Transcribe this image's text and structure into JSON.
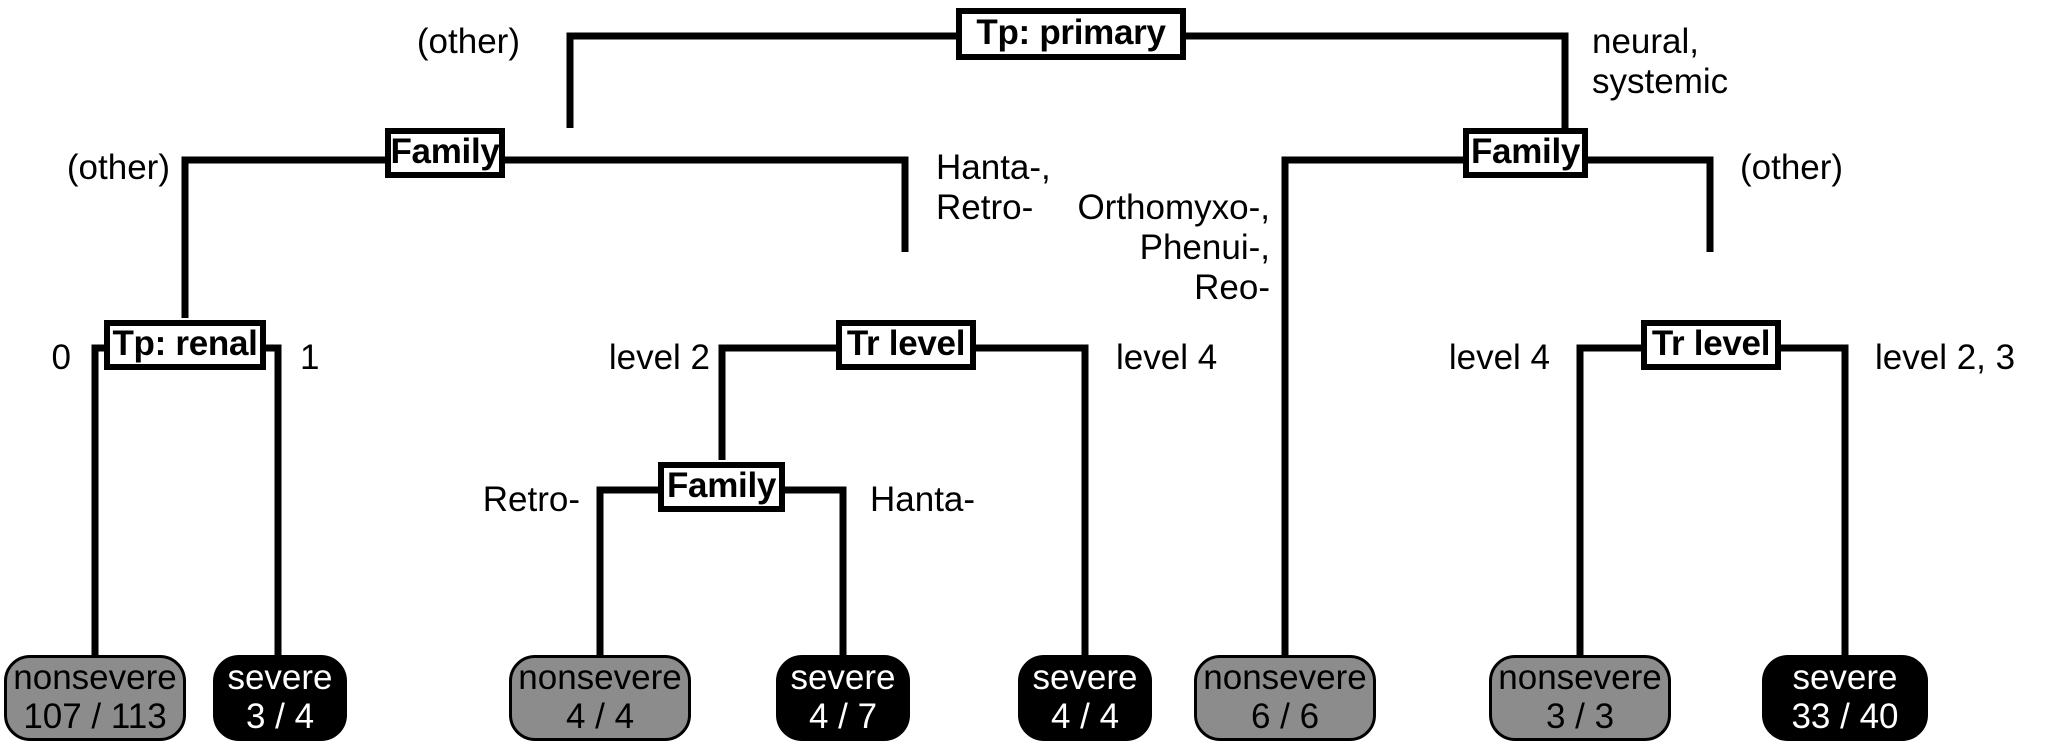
{
  "diagram": {
    "type": "decision-tree",
    "title": "",
    "colors": {
      "line": "#000000",
      "node_fill": "#ffffff",
      "nonsevere_fill": "#8c8c8c",
      "severe_fill": "#000000",
      "background": "#ffffff"
    },
    "nodes": [
      {
        "id": "root",
        "label": "Tp: primary",
        "kind": "decision"
      },
      {
        "id": "familyL",
        "label": "Family",
        "kind": "decision"
      },
      {
        "id": "familyR",
        "label": "Family",
        "kind": "decision"
      },
      {
        "id": "tp_renal",
        "label": "Tp: renal",
        "kind": "decision"
      },
      {
        "id": "tr_level_L",
        "label": "Tr level",
        "kind": "decision"
      },
      {
        "id": "tr_level_R",
        "label": "Tr level",
        "kind": "decision"
      },
      {
        "id": "family_deep",
        "label": "Family",
        "kind": "decision"
      }
    ],
    "edge_labels": [
      {
        "id": "e-root-left",
        "text": "(other)"
      },
      {
        "id": "e-root-right",
        "text": "neural,\nsystemic"
      },
      {
        "id": "e-familyL-left",
        "text": "(other)"
      },
      {
        "id": "e-familyL-right",
        "text": "Hanta-,\nRetro-"
      },
      {
        "id": "e-familyR-left",
        "text": "Orthomyxo-,\nPhenui-,\nReo-"
      },
      {
        "id": "e-familyR-right",
        "text": "(other)"
      },
      {
        "id": "e-tprenal-left",
        "text": "0"
      },
      {
        "id": "e-tprenal-right",
        "text": "1"
      },
      {
        "id": "e-trlevelL-left",
        "text": "level 2"
      },
      {
        "id": "e-trlevelL-right",
        "text": "level 4"
      },
      {
        "id": "e-trlevelR-left",
        "text": "level 4"
      },
      {
        "id": "e-trlevelR-right",
        "text": "level 2, 3"
      },
      {
        "id": "e-familydeep-left",
        "text": "Retro-"
      },
      {
        "id": "e-familydeep-right",
        "text": "Hanta-"
      }
    ],
    "leaves": [
      {
        "id": "leaf1",
        "class_label": "nonsevere",
        "count": "107 / 113",
        "fill": "nonsevere"
      },
      {
        "id": "leaf2",
        "class_label": "severe",
        "count": "3 / 4",
        "fill": "severe"
      },
      {
        "id": "leaf3",
        "class_label": "nonsevere",
        "count": "4 / 4",
        "fill": "nonsevere"
      },
      {
        "id": "leaf4",
        "class_label": "severe",
        "count": "4 / 7",
        "fill": "severe"
      },
      {
        "id": "leaf5",
        "class_label": "severe",
        "count": "4 / 4",
        "fill": "severe"
      },
      {
        "id": "leaf6",
        "class_label": "nonsevere",
        "count": "6 / 6",
        "fill": "nonsevere"
      },
      {
        "id": "leaf7",
        "class_label": "nonsevere",
        "count": "3 / 3",
        "fill": "nonsevere"
      },
      {
        "id": "leaf8",
        "class_label": "severe",
        "count": "33 / 40",
        "fill": "severe"
      }
    ]
  }
}
